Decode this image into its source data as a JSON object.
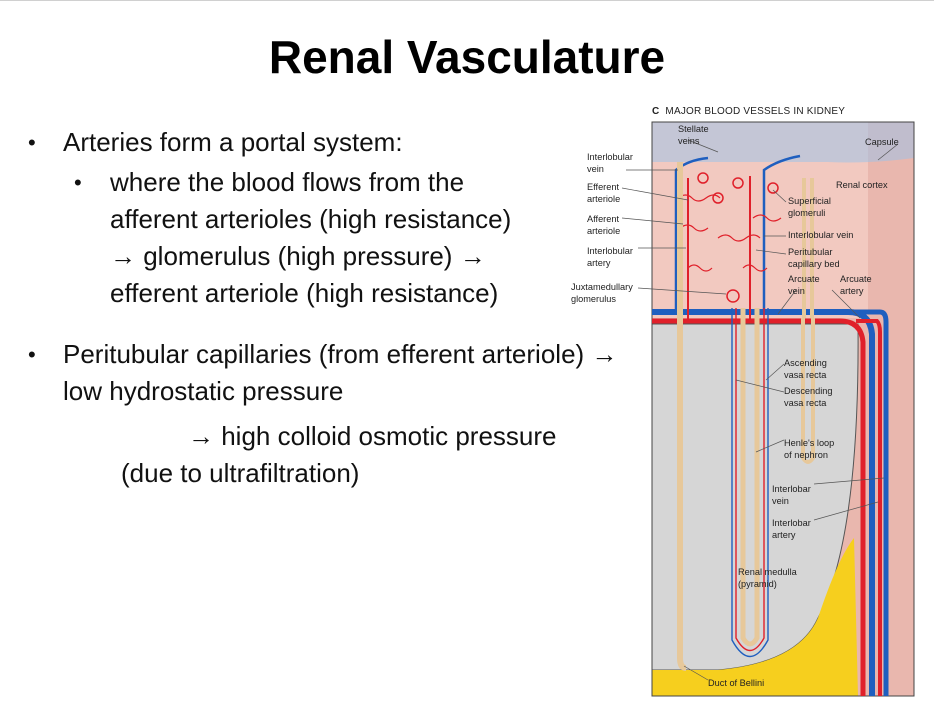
{
  "slide": {
    "title": "Renal Vasculature",
    "bullets": {
      "b1": "Arteries form a portal system:",
      "b2": "where the blood flows from the afferent arterioles (high resistance) → glomerulus (high pressure) → efferent arteriole (high resistance)",
      "b3_line1": "Peritubular capillaries (from efferent arteriole) → low hydrostatic pressure",
      "b3_line2": "→  high colloid osmotic pressure",
      "b3_line3": "(due to ultrafiltration)"
    }
  },
  "figure": {
    "caption_letter": "C",
    "caption": "MAJOR BLOOD VESSELS IN KIDNEY",
    "labels": {
      "stellate": "Stellate",
      "veins": "veins",
      "capsule": "Capsule",
      "interlobular_vein_l1": "Interlobular",
      "interlobular_vein_l2": "vein",
      "efferent_l1": "Efferent",
      "efferent_l2": "arteriole",
      "renal_cortex": "Renal cortex",
      "superficial_l1": "Superficial",
      "superficial_l2": "glomeruli",
      "afferent_l1": "Afferent",
      "afferent_l2": "arteriole",
      "interlobular_vein_r": "Interlobular vein",
      "interlobular_artery_l1": "Interlobular",
      "interlobular_artery_l2": "artery",
      "peritubular_l1": "Peritubular",
      "peritubular_l2": "capillary bed",
      "arcuate_vein_l1": "Arcuate",
      "arcuate_vein_l2": "vein",
      "arcuate_artery_l1": "Arcuate",
      "arcuate_artery_l2": "artery",
      "juxta_l1": "Juxtamedullary",
      "juxta_l2": "glomerulus",
      "asc_l1": "Ascending",
      "asc_l2": "vasa recta",
      "desc_l1": "Descending",
      "desc_l2": "vasa recta",
      "henle_l1": "Henle's loop",
      "henle_l2": "of nephron",
      "interlobar_vein_l1": "Interlobar",
      "interlobar_vein_l2": "vein",
      "interlobar_artery_l1": "Interlobar",
      "interlobar_artery_l2": "artery",
      "medulla_l1": "Renal medulla",
      "medulla_l2": "(pyramid)",
      "bellini": "Duct of Bellini"
    },
    "colors": {
      "cortex": "#f2c9c0",
      "medulla": "#d6d6d6",
      "capsule": "#e8b7ae",
      "artery": "#e0202a",
      "vein": "#1f5fbf",
      "tubule": "#e7c89a",
      "bellini": "#f6cf1e"
    }
  }
}
